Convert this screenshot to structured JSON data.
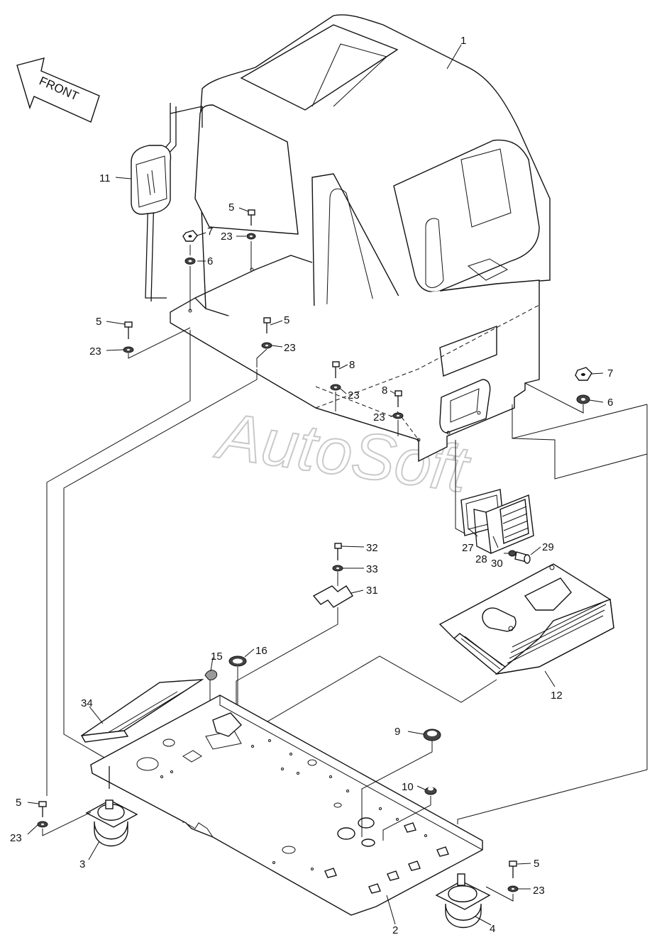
{
  "direction_label": "FRONT",
  "watermark": "AutoSoft",
  "callouts": [
    {
      "id": "c1",
      "label": "1"
    },
    {
      "id": "c11",
      "label": "11"
    },
    {
      "id": "c5a",
      "label": "5"
    },
    {
      "id": "c7a",
      "label": "7"
    },
    {
      "id": "c23a",
      "label": "23"
    },
    {
      "id": "c6a",
      "label": "6"
    },
    {
      "id": "c5b",
      "label": "5"
    },
    {
      "id": "c23b",
      "label": "23"
    },
    {
      "id": "c5c",
      "label": "5"
    },
    {
      "id": "c23c",
      "label": "23"
    },
    {
      "id": "c8a",
      "label": "8"
    },
    {
      "id": "c23d",
      "label": "23"
    },
    {
      "id": "c8b",
      "label": "8"
    },
    {
      "id": "c23e",
      "label": "23"
    },
    {
      "id": "c7b",
      "label": "7"
    },
    {
      "id": "c6b",
      "label": "6"
    },
    {
      "id": "c27",
      "label": "27"
    },
    {
      "id": "c28",
      "label": "28"
    },
    {
      "id": "c29",
      "label": "29"
    },
    {
      "id": "c30",
      "label": "30"
    },
    {
      "id": "c32",
      "label": "32"
    },
    {
      "id": "c33",
      "label": "33"
    },
    {
      "id": "c31",
      "label": "31"
    },
    {
      "id": "c12",
      "label": "12"
    },
    {
      "id": "c15",
      "label": "15"
    },
    {
      "id": "c16",
      "label": "16"
    },
    {
      "id": "c34",
      "label": "34"
    },
    {
      "id": "c9",
      "label": "9"
    },
    {
      "id": "c10",
      "label": "10"
    },
    {
      "id": "c5d",
      "label": "5"
    },
    {
      "id": "c23f",
      "label": "23"
    },
    {
      "id": "c3",
      "label": "3"
    },
    {
      "id": "c2",
      "label": "2"
    },
    {
      "id": "c5e",
      "label": "5"
    },
    {
      "id": "c23g",
      "label": "23"
    },
    {
      "id": "c4",
      "label": "4"
    }
  ]
}
